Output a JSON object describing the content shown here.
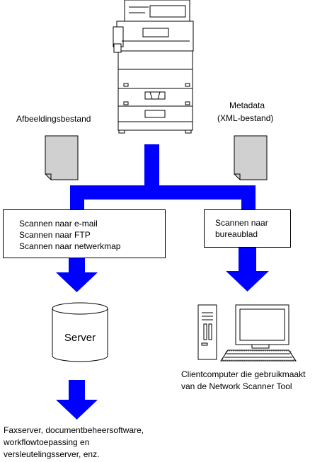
{
  "labels": {
    "image_file": "Afbeeldingsbestand",
    "metadata_line1": "Metadata",
    "metadata_line2": "(XML-bestand)"
  },
  "left_box": [
    "Scannen naar e-mail",
    "Scannen naar FTP",
    "Scannen naar netwerkmap"
  ],
  "right_box": [
    "Scannen naar",
    "bureaublad"
  ],
  "server_label": "Server",
  "client_caption": [
    "Clientcomputer die gebruikmaakt",
    "van de Network Scanner Tool"
  ],
  "bottom_caption": [
    "Faxserver, documentbeheersoftware,",
    "workflowtoepassing en",
    "versleutelingsserver, enz."
  ],
  "colors": {
    "flow": "#0000ff",
    "document": "#d0d0d0",
    "outline": "#000000"
  }
}
